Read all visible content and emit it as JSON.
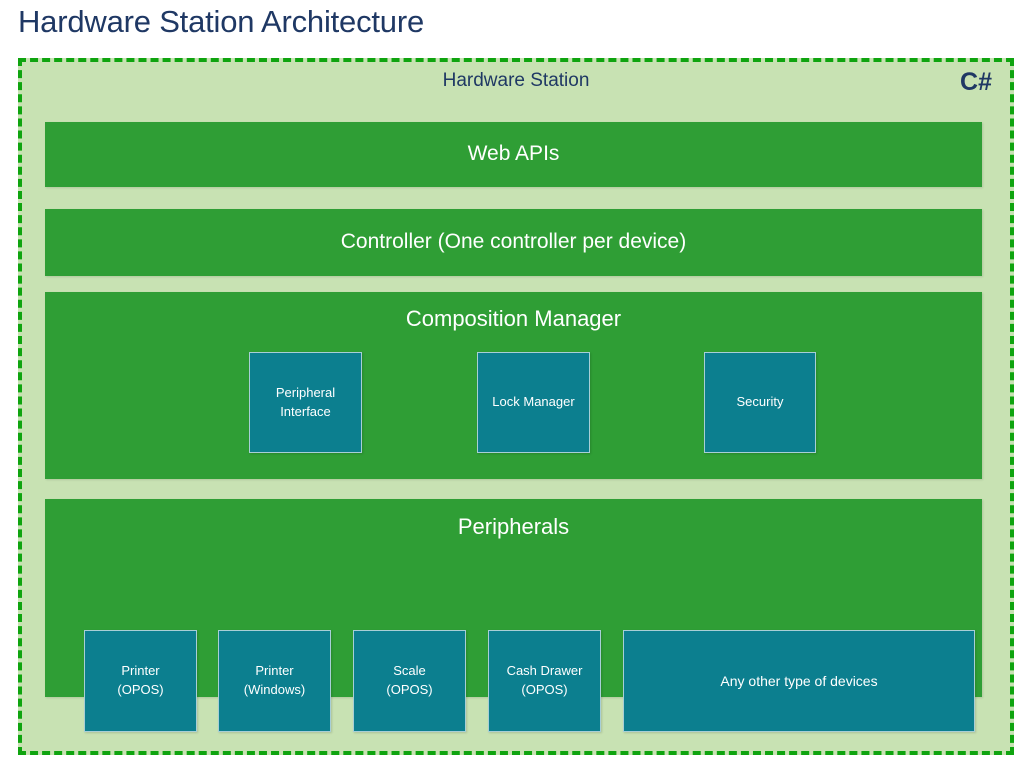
{
  "page": {
    "title": "Hardware Station Architecture"
  },
  "container": {
    "name": "Hardware Station",
    "language_tag": "C#",
    "border_color": "#0fa40f",
    "background_color": "#c8e2b3",
    "title_color": "#1f3864"
  },
  "colors": {
    "band_green": "#2f9e35",
    "box_teal": "#0c7f8f",
    "text_white": "#ffffff",
    "navy": "#1f3864"
  },
  "layers": [
    {
      "id": "web-apis",
      "label": "Web APIs",
      "children": []
    },
    {
      "id": "controller",
      "label": "Controller (One controller per device)",
      "children": []
    },
    {
      "id": "composition-manager",
      "label": "Composition Manager",
      "children": [
        {
          "id": "peripheral-interface",
          "label": "Peripheral\nInterface"
        },
        {
          "id": "lock-manager",
          "label": "Lock Manager"
        },
        {
          "id": "security",
          "label": "Security"
        }
      ]
    },
    {
      "id": "peripherals",
      "label": "Peripherals",
      "children": [
        {
          "id": "printer-opos",
          "label": "Printer\n(OPOS)"
        },
        {
          "id": "printer-windows",
          "label": "Printer\n(Windows)"
        },
        {
          "id": "scale-opos",
          "label": "Scale\n(OPOS)"
        },
        {
          "id": "cash-drawer-opos",
          "label": "Cash Drawer\n(OPOS)"
        },
        {
          "id": "any-other-devices",
          "label": "Any other type of devices"
        }
      ]
    }
  ]
}
